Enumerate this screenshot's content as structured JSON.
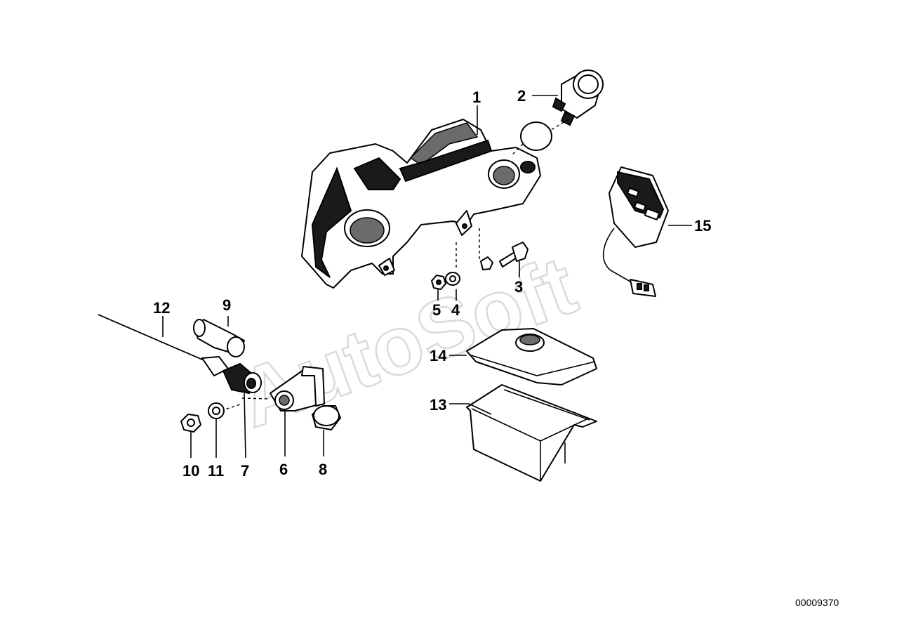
{
  "diagram": {
    "callouts": {
      "p1": "1",
      "p2": "2",
      "p3": "3",
      "p4": "4",
      "p5": "5",
      "p6": "6",
      "p7": "7",
      "p8": "8",
      "p9": "9",
      "p10": "10",
      "p11": "11",
      "p12": "12",
      "p13": "13",
      "p14": "14",
      "p15": "15"
    },
    "drawing_number": "00009370",
    "watermark": "AutoSoft"
  }
}
